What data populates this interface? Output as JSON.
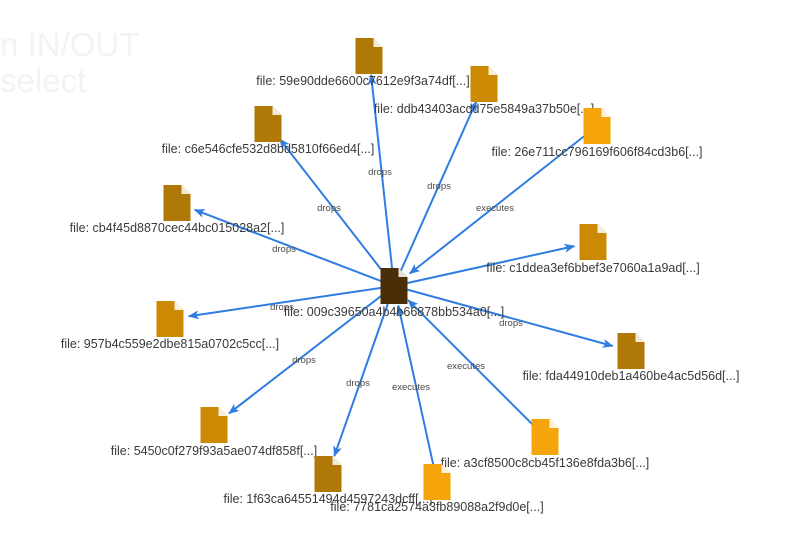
{
  "hint": {
    "line1": "n IN/OUT",
    "line2": "select"
  },
  "colors": {
    "edge": "#2f7de1",
    "center_node": "#4a2e07",
    "drops_node": "#b07806",
    "drops_node_alt": "#cc8a04",
    "executes_node": "#f5a50a"
  },
  "center": {
    "id": "center",
    "label": "file: 009c39650a4b4b66878bb534a0[...]",
    "icon": "file-icon",
    "color": "#4a2e07"
  },
  "nodes": [
    {
      "id": "n1",
      "label": "file: 59e90dde6600c7612e9f3a74df[...]",
      "icon": "file-icon",
      "color": "#b07806"
    },
    {
      "id": "n2",
      "label": "file: ddb43403acdd75e5849a37b50e[...]",
      "icon": "file-icon",
      "color": "#cc8a04"
    },
    {
      "id": "n3",
      "label": "file: 26e711cc796169f606f84cd3b6[...]",
      "icon": "file-icon",
      "color": "#f5a50a"
    },
    {
      "id": "n4",
      "label": "file: c6e546cfe532d8bd5810f66ed4[...]",
      "icon": "file-icon",
      "color": "#b07806"
    },
    {
      "id": "n5",
      "label": "file: cb4f45d8870cec44bc015028a2[...]",
      "icon": "file-icon",
      "color": "#b07806"
    },
    {
      "id": "n6",
      "label": "file: c1ddea3ef6bbef3e7060a1a9ad[...]",
      "icon": "file-icon",
      "color": "#cc8a04"
    },
    {
      "id": "n7",
      "label": "file: 957b4c559e2dbe815a0702c5cc[...]",
      "icon": "file-icon",
      "color": "#cc8a04"
    },
    {
      "id": "n8",
      "label": "file: fda44910deb1a460be4ac5d56d[...]",
      "icon": "file-icon",
      "color": "#b07806"
    },
    {
      "id": "n9",
      "label": "file: 5450c0f279f93a5ae074df858f[...]",
      "icon": "file-icon",
      "color": "#cc8a04"
    },
    {
      "id": "n10",
      "label": "file: a3cf8500c8cb45f136e8fda3b6[...]",
      "icon": "file-icon",
      "color": "#f5a50a"
    },
    {
      "id": "n11",
      "label": "file: 1f63ca64551494d4597243dcff[...]",
      "icon": "file-icon",
      "color": "#b07806"
    },
    {
      "id": "n12",
      "label": "file: 7781ca2574a3fb89088a2f9d0e[...]",
      "icon": "file-icon",
      "color": "#f5a50a"
    }
  ],
  "edges": [
    {
      "from": "center",
      "to": "n1",
      "label": "drops"
    },
    {
      "from": "center",
      "to": "n2",
      "label": "drops"
    },
    {
      "from": "n3",
      "to": "center",
      "label": "executes"
    },
    {
      "from": "center",
      "to": "n4",
      "label": "drops"
    },
    {
      "from": "center",
      "to": "n5",
      "label": "drops"
    },
    {
      "from": "center",
      "to": "n6",
      "label": ""
    },
    {
      "from": "center",
      "to": "n7",
      "label": "drops"
    },
    {
      "from": "center",
      "to": "n8",
      "label": "drops"
    },
    {
      "from": "center",
      "to": "n9",
      "label": "drops"
    },
    {
      "from": "n10",
      "to": "center",
      "label": "executes"
    },
    {
      "from": "center",
      "to": "n11",
      "label": "drops"
    },
    {
      "from": "n12",
      "to": "center",
      "label": "executes"
    }
  ]
}
